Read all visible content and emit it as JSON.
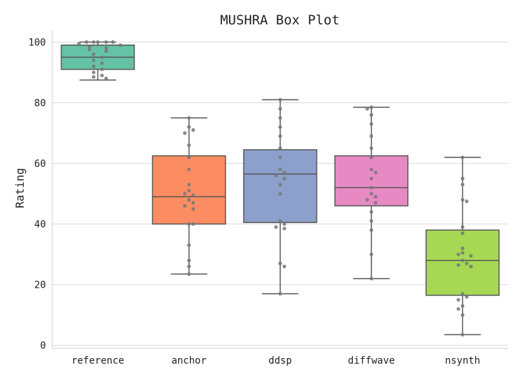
{
  "chart_data": {
    "type": "box",
    "title": "MUSHRA Box Plot",
    "xlabel": "",
    "ylabel": "Rating",
    "ylim": [
      -1,
      104
    ],
    "yticks": [
      0,
      20,
      40,
      60,
      80,
      100
    ],
    "grid": true,
    "categories": [
      "reference",
      "anchor",
      "ddsp",
      "diffwave",
      "nsynth"
    ],
    "colors": [
      "#66c2a5",
      "#fc8d62",
      "#8da0cb",
      "#e78ac3",
      "#a6d854"
    ],
    "boxes": [
      {
        "name": "reference",
        "whislo": 87.5,
        "q1": 91,
        "median": 95,
        "q3": 99,
        "whishi": 100
      },
      {
        "name": "anchor",
        "whislo": 23.5,
        "q1": 40,
        "median": 49,
        "q3": 62.5,
        "whishi": 75
      },
      {
        "name": "ddsp",
        "whislo": 17,
        "q1": 40.5,
        "median": 56.5,
        "q3": 64.5,
        "whishi": 81
      },
      {
        "name": "diffwave",
        "whislo": 22,
        "q1": 46,
        "median": 52,
        "q3": 62.5,
        "whishi": 78.5
      },
      {
        "name": "nsynth",
        "whislo": 3.5,
        "q1": 16.5,
        "median": 28,
        "q3": 38,
        "whishi": 62
      }
    ],
    "points": [
      {
        "name": "reference",
        "values": [
          100,
          100,
          100,
          100,
          100,
          99.5,
          99,
          98.5,
          98,
          97.5,
          97,
          96,
          95,
          94,
          93,
          92,
          91,
          90,
          89,
          88.5,
          88
        ]
      },
      {
        "name": "anchor",
        "values": [
          75,
          72,
          71,
          70,
          66,
          62,
          58,
          53,
          51,
          50,
          49.5,
          48,
          47,
          46,
          45,
          40,
          40,
          33,
          28,
          26,
          23.5
        ]
      },
      {
        "name": "ddsp",
        "values": [
          81,
          78,
          75,
          72,
          69,
          65,
          62,
          58,
          57,
          56,
          55,
          53,
          50,
          41,
          40,
          39,
          38.5,
          27,
          26,
          17
        ]
      },
      {
        "name": "diffwave",
        "values": [
          78.5,
          78,
          76,
          73,
          69,
          65,
          62,
          58,
          57,
          55,
          52,
          50,
          49,
          48,
          47,
          44,
          41,
          38,
          30,
          22
        ]
      },
      {
        "name": "nsynth",
        "values": [
          62,
          55,
          53,
          48,
          47.5,
          39,
          37,
          32,
          30.5,
          30,
          29.5,
          28,
          27,
          26.5,
          26,
          17,
          16,
          15,
          13,
          12,
          10,
          3.5
        ]
      }
    ]
  }
}
